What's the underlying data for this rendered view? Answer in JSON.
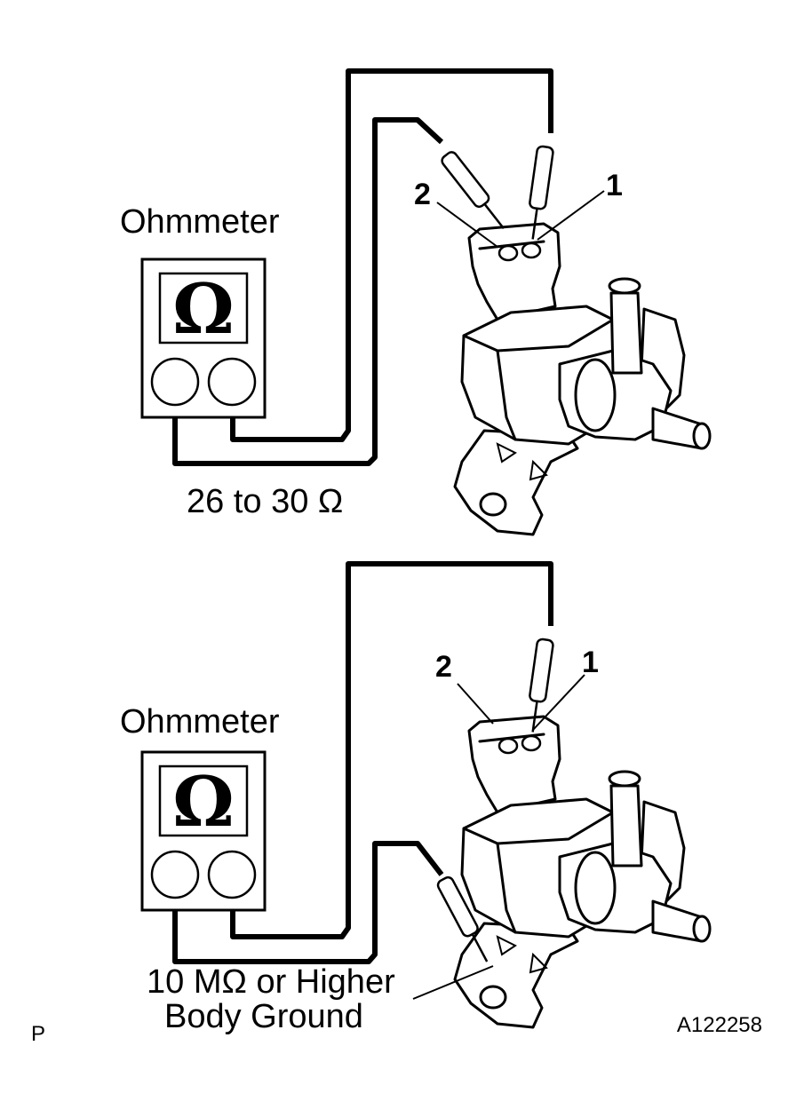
{
  "top": {
    "meter_label": "Ohmmeter",
    "meter_symbol": "Ω",
    "pin_2": "2",
    "pin_1": "1",
    "spec": "26 to 30 Ω"
  },
  "bottom": {
    "meter_label": "Ohmmeter",
    "meter_symbol": "Ω",
    "pin_2": "2",
    "pin_1": "1",
    "spec": "10 MΩ or Higher",
    "ground_label": "Body Ground"
  },
  "footer": {
    "left_code": "P",
    "figure_id": "A122258"
  }
}
